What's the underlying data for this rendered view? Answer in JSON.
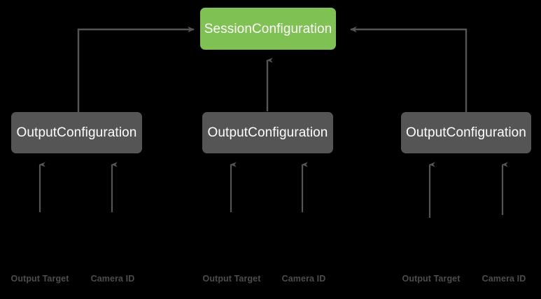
{
  "diagram": {
    "title_node": {
      "id": "session-configuration",
      "label": "SessionConfiguration",
      "color": "#7fc152",
      "text_color": "#ffffff"
    },
    "background_color": "#000000",
    "edge_color": "#555555",
    "field_label_color": "#4d4d4d",
    "output_nodes": [
      {
        "id": "output-configuration-left",
        "label": "OutputConfiguration",
        "color": "#555555",
        "text_color": "#ffffff",
        "fields": [
          {
            "label": "Output Target"
          },
          {
            "label": "Camera ID"
          }
        ]
      },
      {
        "id": "output-configuration-center",
        "label": "OutputConfiguration",
        "color": "#555555",
        "text_color": "#ffffff",
        "fields": [
          {
            "label": "Output Target"
          },
          {
            "label": "Camera ID"
          }
        ]
      },
      {
        "id": "output-configuration-right",
        "label": "OutputConfiguration",
        "color": "#555555",
        "text_color": "#ffffff",
        "fields": [
          {
            "label": "Output Target"
          },
          {
            "label": "Camera ID"
          }
        ]
      }
    ]
  }
}
